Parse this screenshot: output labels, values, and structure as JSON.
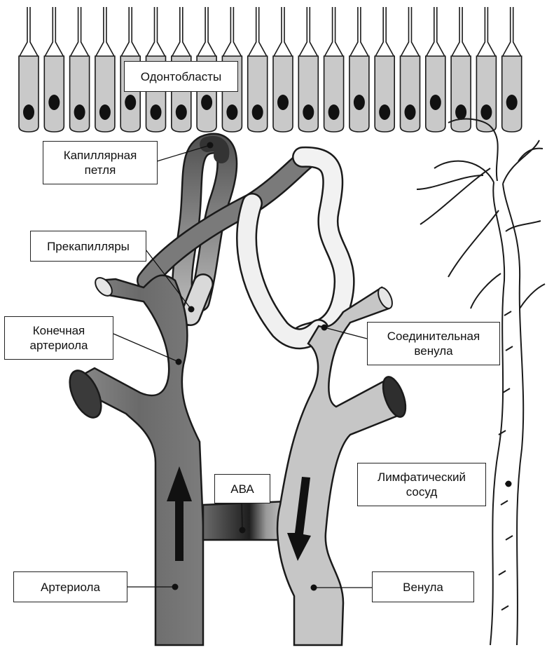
{
  "colors": {
    "artery_dark": "#6e6e6e",
    "artery_mid": "#9a9a9a",
    "vein_light": "#c8c8c8",
    "capillary_white": "#f2f2f2",
    "outline": "#1a1a1a",
    "nucleus": "#111111"
  },
  "labels": {
    "odontoblasts": "Одонтобласты",
    "capillary_loop": "Капиллярная\nпетля",
    "precapillaries": "Прекапилляры",
    "terminal_arteriole": "Конечная\nартериола",
    "connecting_venule": "Соединительная\nвенула",
    "lymphatic_vessel": "Лимфатический\nсосуд",
    "ava": "АВА",
    "arteriole": "Артериола",
    "venule": "Венула"
  }
}
